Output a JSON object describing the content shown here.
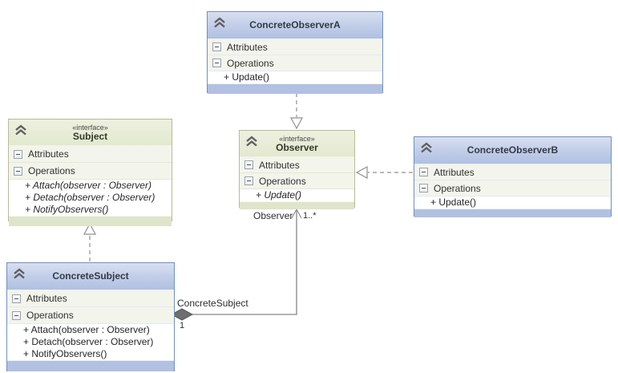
{
  "diagram": {
    "kind": "uml-class-diagram",
    "pattern": "Observer"
  },
  "classes": [
    {
      "id": "ConcreteObserverA",
      "stereotype": "",
      "title": "ConcreteObserverA",
      "attributes_label": "Attributes",
      "operations_label": "Operations",
      "operations": [
        "+ Update()"
      ]
    },
    {
      "id": "Subject",
      "stereotype": "«interface»",
      "title": "Subject",
      "attributes_label": "Attributes",
      "operations_label": "Operations",
      "operations": [
        "+ Attach(observer : Observer)",
        "+ Detach(observer : Observer)",
        "+ NotifyObservers()"
      ]
    },
    {
      "id": "Observer",
      "stereotype": "«interface»",
      "title": "Observer",
      "attributes_label": "Attributes",
      "operations_label": "Operations",
      "operations": [
        "+ Update()"
      ]
    },
    {
      "id": "ConcreteObserverB",
      "stereotype": "",
      "title": "ConcreteObserverB",
      "attributes_label": "Attributes",
      "operations_label": "Operations",
      "operations": [
        "+ Update()"
      ]
    },
    {
      "id": "ConcreteSubject",
      "stereotype": "",
      "title": "ConcreteSubject",
      "attributes_label": "Attributes",
      "operations_label": "Operations",
      "operations": [
        "+ Attach(observer : Observer)",
        "+ Detach(observer : Observer)",
        "+ NotifyObservers()"
      ]
    }
  ],
  "association": {
    "source_role": "ConcreteSubject",
    "source_multiplicity": "1",
    "target_role": "Observer",
    "target_multiplicity": "1..*"
  },
  "icons": {
    "collapse_chevron": "double-chevron-up",
    "section_toggle": "minus-box"
  },
  "colors": {
    "blue_border": "#7090c2",
    "blue_header": "#c3cfe9",
    "blue_footer": "#b2c0e1",
    "green_border": "#b7bb95",
    "green_header": "#e7ecd8",
    "green_footer": "#dfe5cb",
    "section_row_bg": "#f3f5ec",
    "connector": "#8f8f8f",
    "text": "#303030"
  }
}
